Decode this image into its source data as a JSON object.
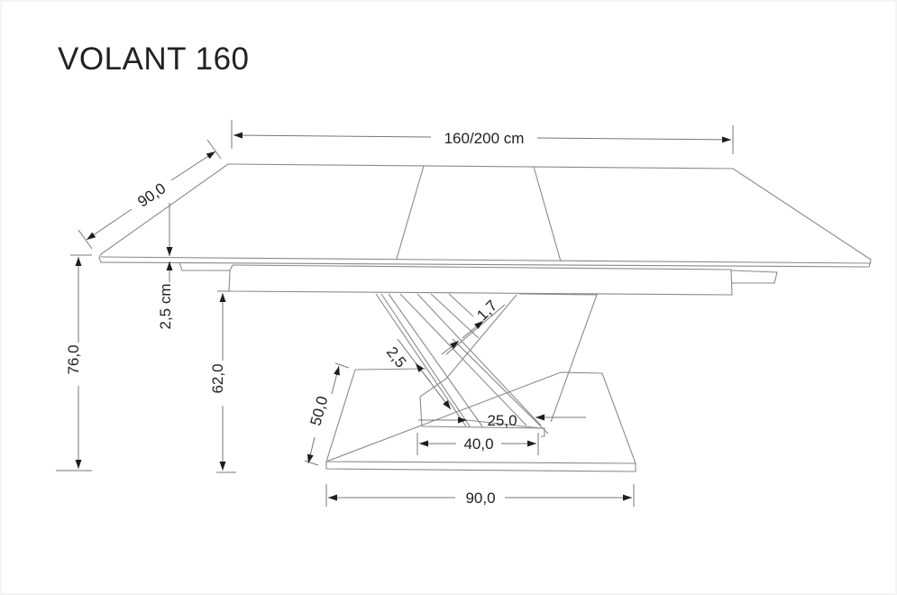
{
  "title": "VOLANT 160",
  "dimensions": {
    "length": "160/200 cm",
    "depth": "90,0",
    "top_thickness": "2,5 cm",
    "total_height": "76,0",
    "frame_height": "62,0",
    "base_depth": "50,0",
    "leg_thickness_1": "1,7",
    "leg_thickness_2": "2,5",
    "leg_inner_width": "25,0",
    "leg_outer_width": "40,0",
    "base_width": "90,0"
  },
  "colors": {
    "background": "#ffffff",
    "lines": "#8a8a8a",
    "text": "#222222",
    "arrows": "#1e1e1e"
  }
}
